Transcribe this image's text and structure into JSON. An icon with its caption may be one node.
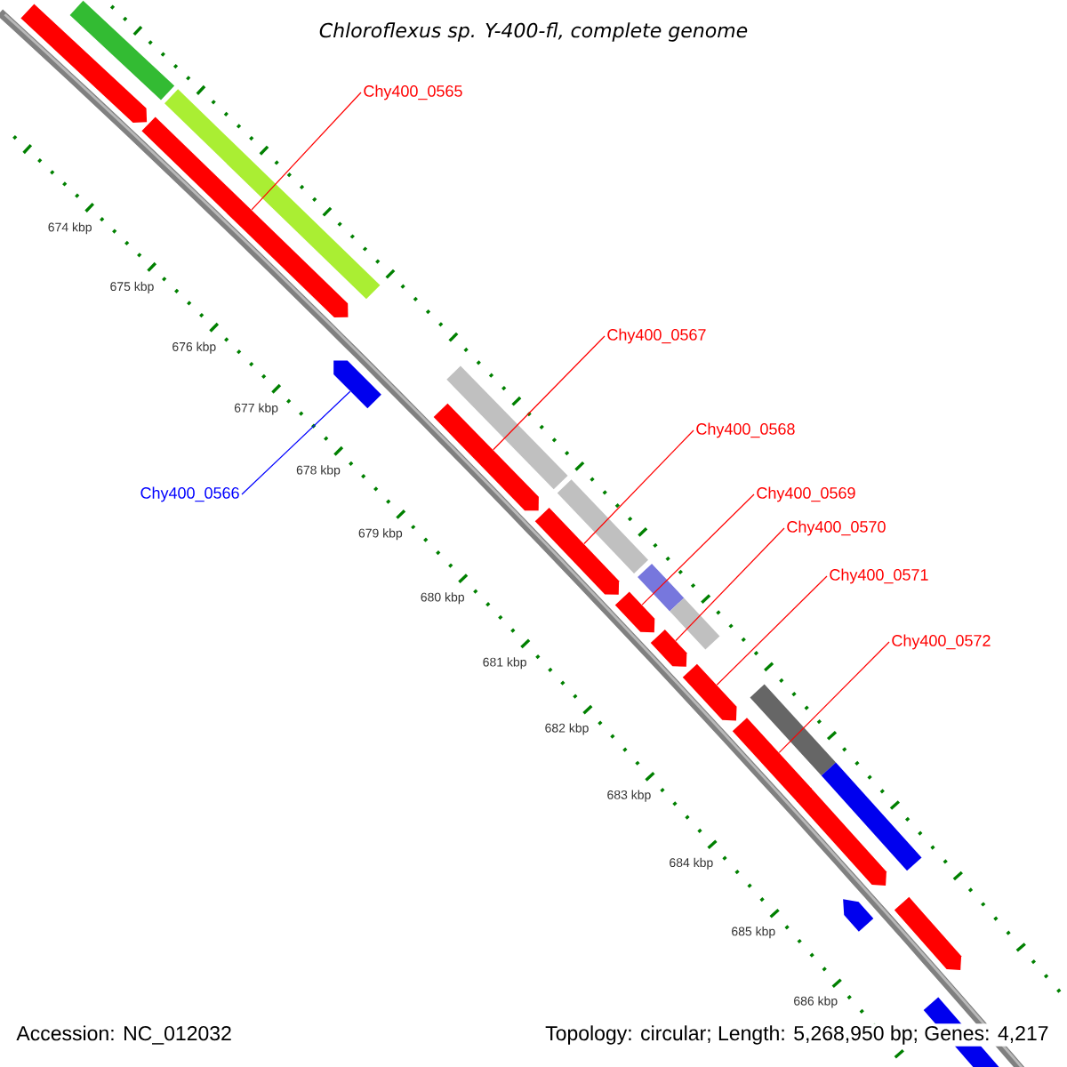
{
  "diagram": {
    "title": "Chloroflexus sp. Y-400-fl, complete genome",
    "nodes": [
      {
        "text": [
          "Chy400_0565"
        ]
      },
      {
        "text": [
          "Chy400_0566"
        ]
      },
      {
        "text": [
          "Chy400_0567"
        ]
      },
      {
        "text": [
          "Chy400_0568"
        ]
      },
      {
        "text": [
          "Chy400_0569"
        ]
      },
      {
        "text": [
          "Chy400_0570"
        ]
      },
      {
        "text": [
          "Chy400_0571"
        ]
      },
      {
        "text": [
          "Chy400_0572"
        ]
      },
      {
        "text": [],
        "shape": "arrow"
      },
      {
        "text": [],
        "shape": "arrow"
      },
      {
        "text": [],
        "shape": "arrow"
      },
      {
        "text": [],
        "shape": "arrow"
      },
      {
        "text": [],
        "shape": "arrow"
      },
      {
        "text": [],
        "shape": "arrow"
      },
      {
        "text": [],
        "shape": "arrow"
      },
      {
        "text": [],
        "shape": "arrow"
      },
      {
        "text": [],
        "shape": "arrow"
      },
      {
        "text": [],
        "shape": "arrow"
      },
      {
        "text": [],
        "shape": "arrow"
      }
    ],
    "edges": [
      {
        "from": 0,
        "to": 9,
        "arrow": "none"
      },
      {
        "from": 1,
        "to": 8,
        "arrow": "none",
        "color": "#0000ff"
      },
      {
        "from": 2,
        "to": 10,
        "arrow": "none"
      },
      {
        "from": 3,
        "to": 11,
        "arrow": "none"
      },
      {
        "from": 4,
        "to": 12,
        "arrow": "none"
      },
      {
        "from": 5,
        "to": 13,
        "arrow": "none"
      },
      {
        "from": 6,
        "to": 14,
        "arrow": "none"
      },
      {
        "from": 7,
        "to": 15,
        "arrow": "none"
      }
    ],
    "labels": [
      "674 kbp",
      "675 kbp",
      "676 kbp",
      "677 kbp",
      "678 kbp",
      "679 kbp",
      "680 kbp",
      "681 kbp",
      "682 kbp",
      "683 kbp",
      "684 kbp",
      "685 kbp",
      "686 kbp",
      "Accession: NC_012032",
      "Topology: circular; Length: 5,268,950 bp; Genes: 4,217"
    ]
  }
}
